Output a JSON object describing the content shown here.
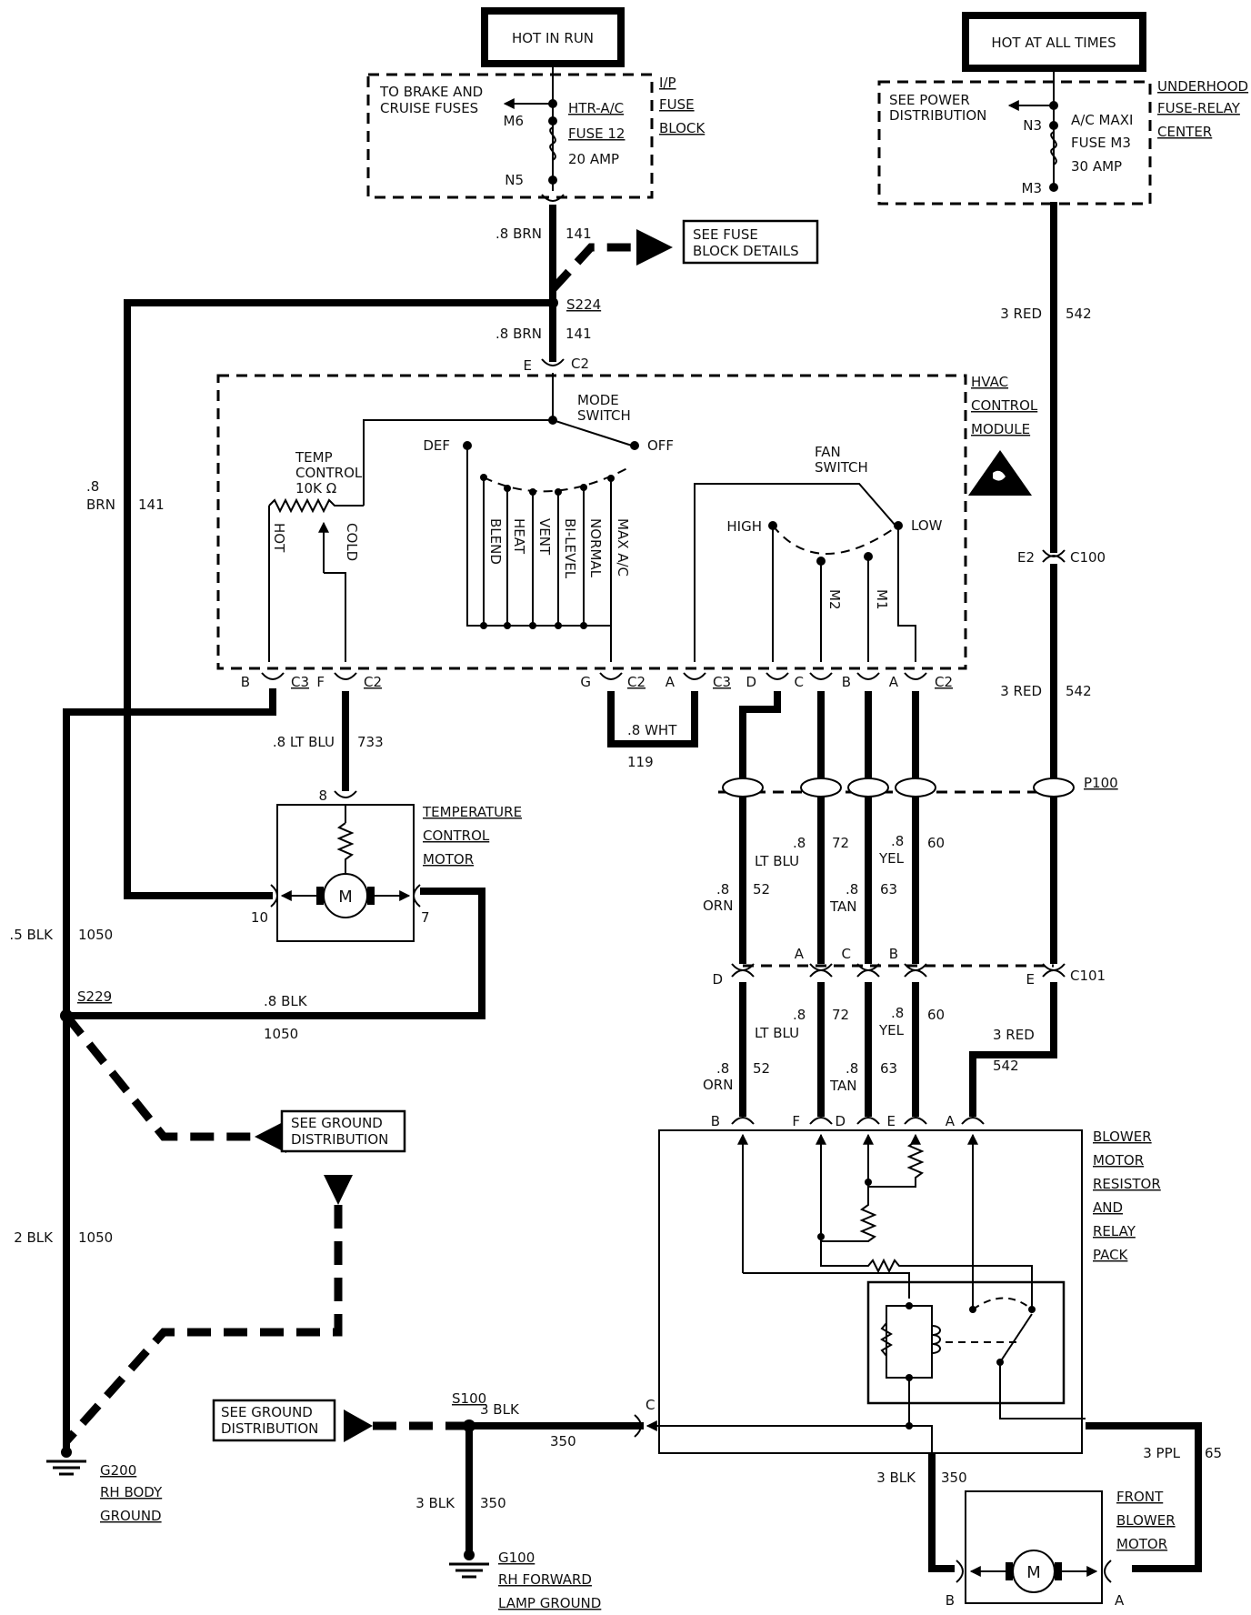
{
  "power": {
    "hot_in_run": "HOT IN RUN",
    "hot_at_all_times": "HOT AT ALL TIMES"
  },
  "ip_fuse_block": {
    "label_lines": [
      "I/P",
      "FUSE",
      "BLOCK"
    ],
    "brake_cruise": [
      "TO BRAKE AND",
      "CRUISE FUSES"
    ],
    "fuse_lines": [
      "HTR-A/C",
      "FUSE 12",
      "20 AMP"
    ],
    "term_in": "M6",
    "term_out": "N5"
  },
  "underhood": {
    "label_lines": [
      "UNDERHOOD",
      "FUSE-RELAY",
      "CENTER"
    ],
    "power_dist": [
      "SEE POWER",
      "DISTRIBUTION"
    ],
    "fuse_lines": [
      "A/C MAXI",
      "FUSE M3",
      "30 AMP"
    ],
    "term_in": "N3",
    "term_out": "M3"
  },
  "see_fuse_block_details": [
    "SEE FUSE",
    "BLOCK DETAILS"
  ],
  "splices": {
    "s224": "S224",
    "s229": "S229",
    "s100": "S100"
  },
  "wires": {
    "brn_08": ".8 BRN",
    "brn_08_top": ".8",
    "brn": "BRN",
    "c141": "141",
    "red_3": "3 RED",
    "c542": "542",
    "ltblu_08": ".8 LT BLU",
    "c733": "733",
    "wht_08": ".8 WHT",
    "c119": "119",
    "blk_05": ".5 BLK",
    "blk_08": ".8 BLK",
    "blk_2": "2 BLK",
    "c1050": "1050",
    "dot8": ".8",
    "lt_blu": "LT BLU",
    "c72": "72",
    "yel": "YEL",
    "c60": "60",
    "orn": "ORN",
    "c52": "52",
    "tan": "TAN",
    "c63": "63",
    "blk_3": "3 BLK",
    "c350": "350",
    "ppl_3": "3 PPL",
    "c65": "65"
  },
  "connectors": {
    "e": "E",
    "c2": "C2",
    "c3": "C3",
    "b": "B",
    "f": "F",
    "g": "G",
    "a": "A",
    "c": "C",
    "d": "D",
    "e2": "E2",
    "c100": "C100",
    "p100": "P100",
    "c101": "C101",
    "pin8": "8",
    "pin10": "10",
    "pin7": "7"
  },
  "hvac_module": {
    "label_lines": [
      "HVAC",
      "CONTROL",
      "MODULE"
    ],
    "mode_switch": [
      "MODE",
      "SWITCH"
    ],
    "temp_control": [
      "TEMP",
      "CONTROL",
      "10K Ω"
    ],
    "hot": "HOT",
    "cold": "COLD",
    "def": "DEF",
    "off": "OFF",
    "mode_positions": [
      "BLEND",
      "HEAT",
      "VENT",
      "BI-LEVEL",
      "NORMAL",
      "MAX A/C"
    ],
    "fan_switch": [
      "FAN",
      "SWITCH"
    ],
    "high": "HIGH",
    "low": "LOW",
    "m2": "M2",
    "m1": "M1"
  },
  "temp_motor": {
    "label_lines": [
      "TEMPERATURE",
      "CONTROL",
      "MOTOR"
    ],
    "symbol": "M"
  },
  "ground_dist": [
    "SEE GROUND",
    "DISTRIBUTION"
  ],
  "grounds": {
    "g200": [
      "G200",
      "RH BODY",
      "GROUND"
    ],
    "g100": [
      "G100",
      "RH FORWARD",
      "LAMP GROUND"
    ]
  },
  "blower_pack": {
    "label_lines": [
      "BLOWER",
      "MOTOR",
      "RESISTOR",
      "AND",
      "RELAY",
      "PACK"
    ]
  },
  "front_blower": {
    "label_lines": [
      "FRONT",
      "BLOWER",
      "MOTOR"
    ],
    "symbol": "M"
  }
}
